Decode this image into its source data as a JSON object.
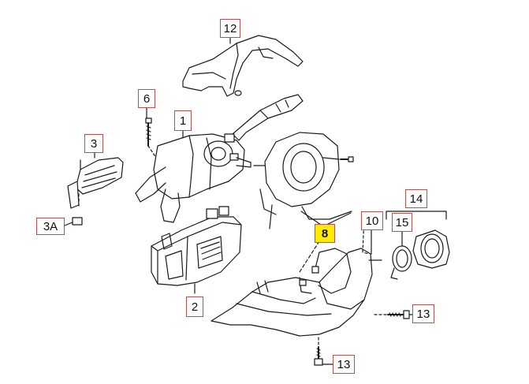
{
  "callouts": {
    "c12": "12",
    "c6": "6",
    "c1": "1",
    "c3": "3",
    "c3a": "3A",
    "c8": "8",
    "c14": "14",
    "c10": "10",
    "c15": "15",
    "c2": "2",
    "c13a": "13",
    "c13b": "13"
  },
  "colors": {
    "line": "#1a1a1a",
    "callout_border": "#c0504d",
    "highlight": "#ffea00"
  }
}
